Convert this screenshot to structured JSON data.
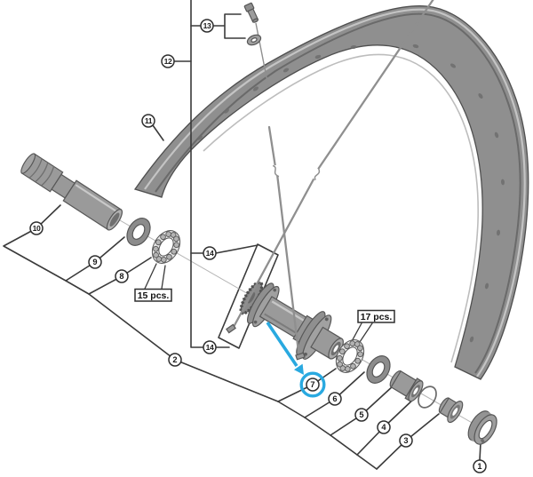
{
  "diagram": {
    "type": "exploded-parts-diagram",
    "subject": "front-wheel-hub-assembly",
    "background": "#ffffff",
    "line_color": "#3a3a3a",
    "highlight_color": "#29a9e0",
    "highlighted_callout": "7",
    "callouts": [
      {
        "label": "1"
      },
      {
        "label": "2"
      },
      {
        "label": "3"
      },
      {
        "label": "4"
      },
      {
        "label": "5"
      },
      {
        "label": "6"
      },
      {
        "label": "7"
      },
      {
        "label": "8"
      },
      {
        "label": "9"
      },
      {
        "label": "10"
      },
      {
        "label": "11"
      },
      {
        "label": "12"
      },
      {
        "label": "13"
      },
      {
        "label": "14"
      },
      {
        "label": "14"
      }
    ],
    "quantity_labels": [
      {
        "text": "15 pcs."
      },
      {
        "text": "17 pcs."
      }
    ]
  }
}
